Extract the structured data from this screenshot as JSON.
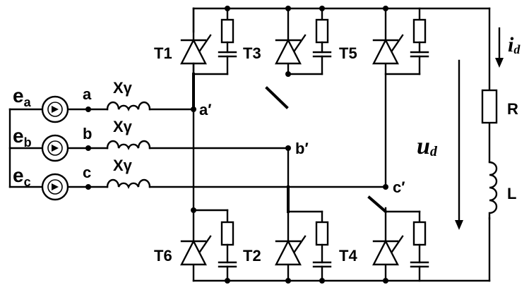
{
  "sources": [
    {
      "name": "e",
      "sub": "a",
      "node": "a",
      "reactance": "Xγ"
    },
    {
      "name": "e",
      "sub": "b",
      "node": "b",
      "reactance": "Xγ"
    },
    {
      "name": "e",
      "sub": "c",
      "node": "c",
      "reactance": "Xγ"
    }
  ],
  "nodes": {
    "a_prime": "a′",
    "b_prime": "b′",
    "c_prime": "c′"
  },
  "thyristors": {
    "top": [
      "T1",
      "T3",
      "T5"
    ],
    "bottom": [
      "T6",
      "T2",
      "T4"
    ]
  },
  "load": {
    "resistor": "R",
    "inductor": "L"
  },
  "current": {
    "symbol": "i",
    "sub": "d"
  },
  "voltage": {
    "symbol": "u",
    "sub": "d"
  },
  "colors": {
    "line": "#000000",
    "background": "#ffffff"
  }
}
